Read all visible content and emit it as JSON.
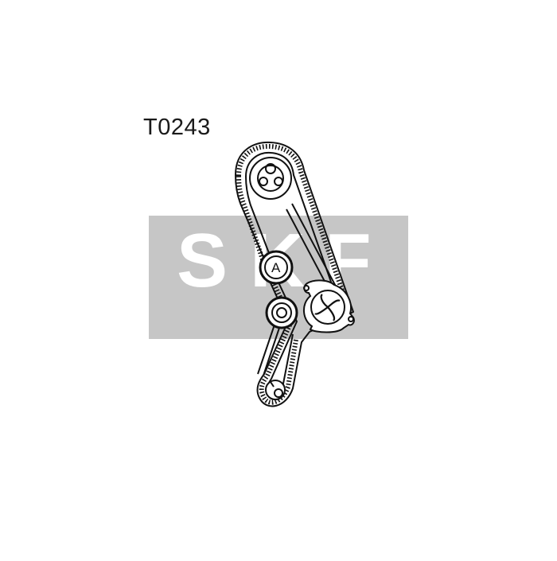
{
  "part_code": "T0243",
  "watermark": {
    "text": "SKF",
    "letters": [
      "S",
      "K",
      "F"
    ],
    "band_color": "#c6c6c6",
    "letter_color": "#ffffff"
  },
  "idler_label": "A",
  "colors": {
    "line": "#111111",
    "background": "#ffffff"
  }
}
